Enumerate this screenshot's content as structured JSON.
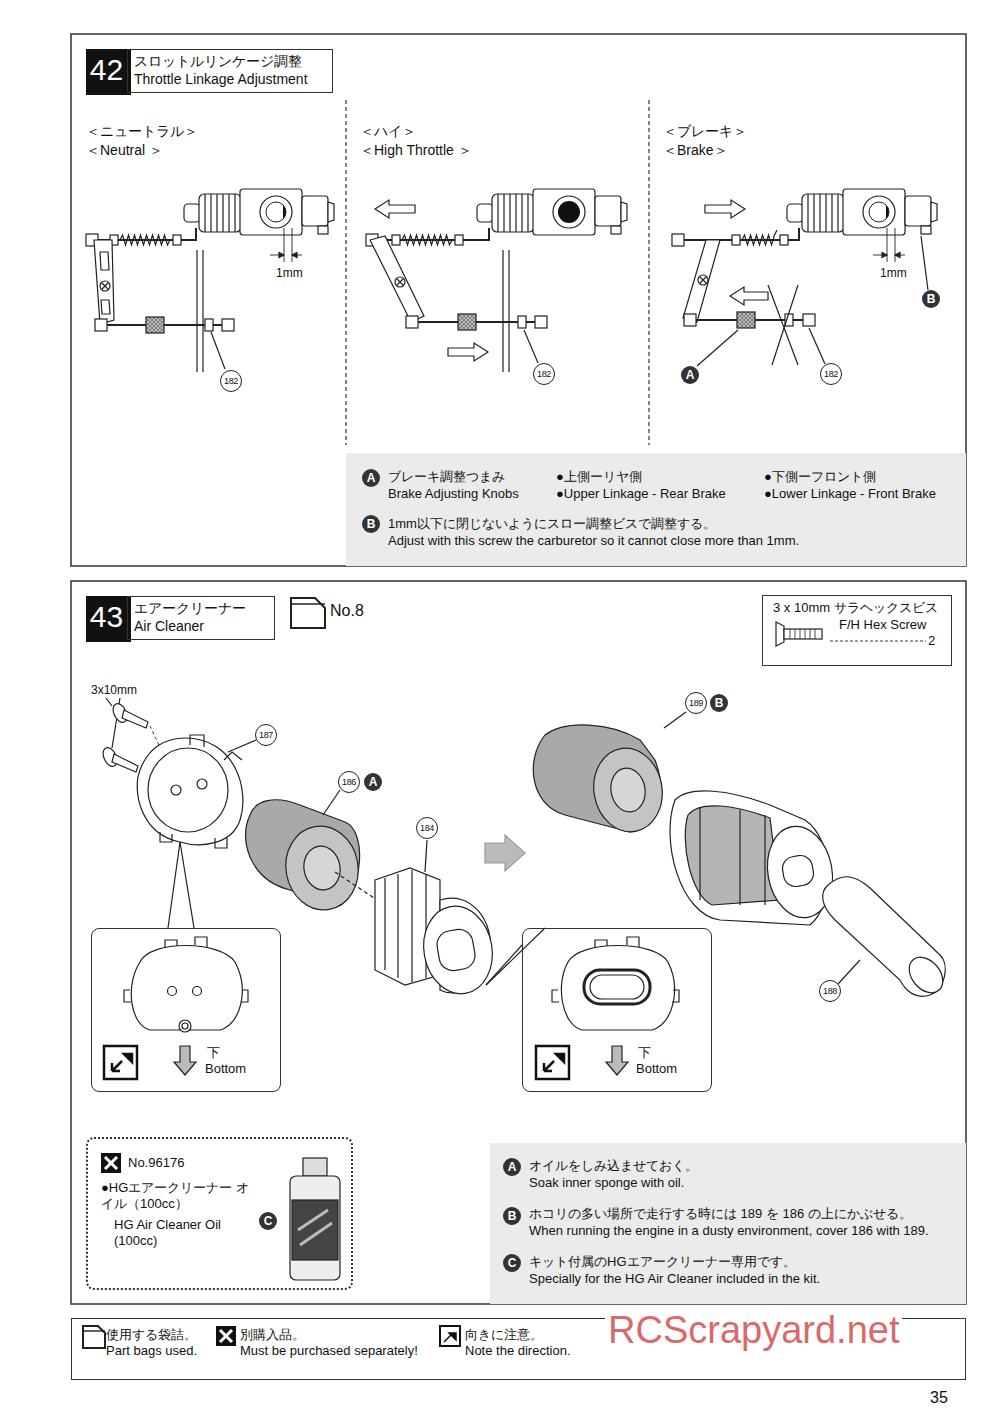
{
  "diagram": {
    "nodes": [
      {
        "text": [
          "42"
        ]
      },
      {
        "text": [
          "スロットルリンケージ調整",
          "Throttle Linkage Adjustment"
        ]
      },
      {
        "text": [
          "ブレーキ調整つまみ",
          "Brake Adjusting Knobs",
          "●上側ーリヤ側",
          "●Upper Linkage - Rear Brake",
          "●下側ーフロント側",
          "●Lower Linkage - Front Brake",
          "1mm以下に閉じないようにスロー調整ビスで調整する。",
          "Adjust with this screw the carburetor so it cannot close more than 1mm."
        ]
      },
      {
        "text": [
          "43"
        ]
      },
      {
        "text": [
          "エアークリーナー",
          "Air Cleaner"
        ]
      },
      {
        "text": [
          "3 x 10mm サラヘックスビス",
          "F/H Hex Screw",
          "2"
        ]
      },
      {
        "text": [
          "No.96176",
          "●HGエアークリーナー オイル（100cc）",
          "HG Air Cleaner Oil (100cc)"
        ]
      },
      {
        "text": [
          "下",
          "Bottom"
        ]
      },
      {
        "text": [
          "下",
          "Bottom"
        ]
      },
      {
        "text": [
          "オイルをしみ込ませておく。",
          "Soak inner sponge with oil.",
          "ホコリの多い場所で走行する時には 189 を 186 の上にかぶせる。",
          "When running the engine in a dusty environment, cover 186 with 189.",
          "キット付属のHGエアークリーナー専用です。",
          "Specially for the HG Air Cleaner included in the kit."
        ]
      },
      {
        "text": [
          "使用する袋詰。",
          "Part bags used.",
          "別購入品。",
          "Must be purchased separately!",
          "向きに注意。",
          "Note the direction."
        ]
      }
    ],
    "labels": [
      "＜ニュートラル＞",
      "＜Neutral ＞",
      "＜ハイ＞",
      "＜High Throttle ＞",
      "＜ブレーキ＞",
      "＜Brake＞",
      "1mm",
      "182",
      "182",
      "1mm",
      "B",
      "A",
      "182",
      "A",
      "B",
      "No.8",
      "3x10mm",
      "187",
      "186",
      "A",
      "184",
      "189",
      "B",
      "188",
      "C",
      "A",
      "B",
      "C",
      "RCScrapyard.net",
      "35"
    ]
  }
}
